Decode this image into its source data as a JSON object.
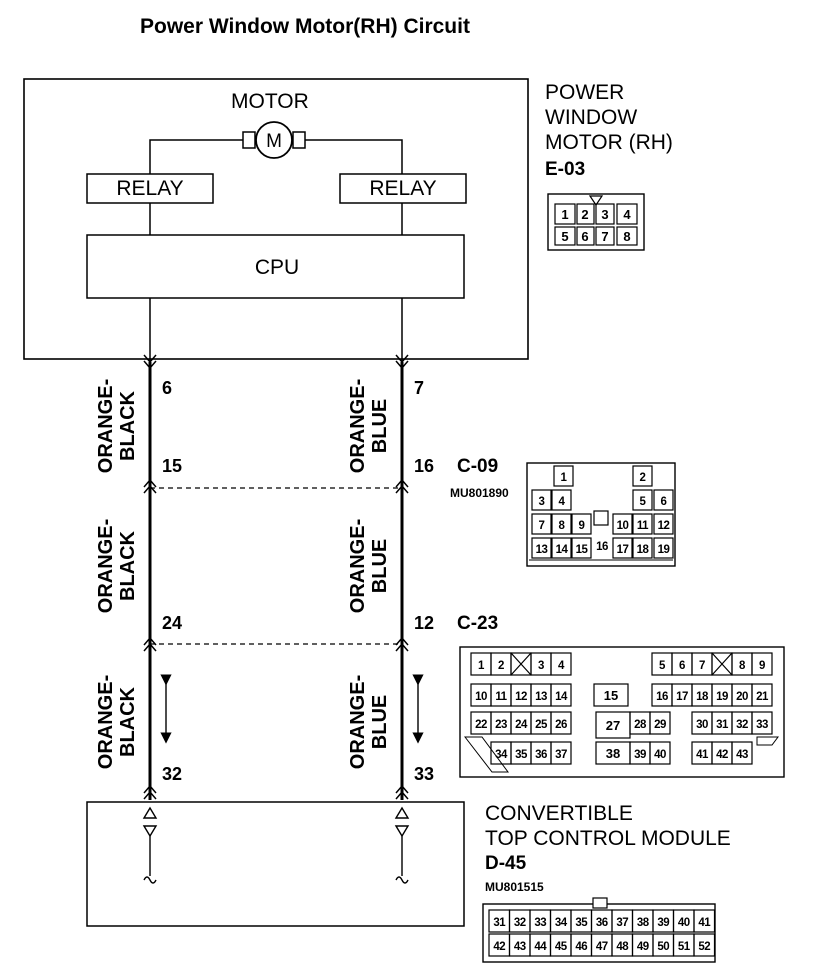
{
  "title": "Power Window Motor(RH) Circuit",
  "motor_block": {
    "motor_label": "MOTOR",
    "motor_symbol": "M",
    "relay_left": "RELAY",
    "relay_right": "RELAY",
    "cpu_label": "CPU"
  },
  "component": {
    "line1": "POWER",
    "line2": "WINDOW",
    "line3": "MOTOR (RH)",
    "id": "E-03",
    "pins_row1": [
      "1",
      "2",
      "3",
      "4"
    ],
    "pins_row2": [
      "5",
      "6",
      "7",
      "8"
    ]
  },
  "left_wire": {
    "color_line1": "ORANGE-",
    "color_line2": "BLACK",
    "pins": [
      "6",
      "15",
      "24",
      "32"
    ]
  },
  "right_wire": {
    "color_line1": "ORANGE-",
    "color_line2": "BLUE",
    "pins": [
      "7",
      "16",
      "12",
      "33"
    ]
  },
  "connector_c09": {
    "id": "C-09",
    "part_no": "MU801890",
    "pins": [
      "1",
      "2",
      "3",
      "4",
      "5",
      "6",
      "7",
      "8",
      "9",
      "10",
      "11",
      "12",
      "13",
      "14",
      "15",
      "16",
      "17",
      "18",
      "19"
    ]
  },
  "connector_c23": {
    "id": "C-23",
    "pins": [
      "1",
      "2",
      "3",
      "4",
      "5",
      "6",
      "7",
      "8",
      "9",
      "10",
      "11",
      "12",
      "13",
      "14",
      "15",
      "16",
      "17",
      "18",
      "19",
      "20",
      "21",
      "22",
      "23",
      "24",
      "25",
      "26",
      "27",
      "28",
      "29",
      "30",
      "31",
      "32",
      "33",
      "34",
      "35",
      "36",
      "37",
      "38",
      "39",
      "40",
      "41",
      "42",
      "43"
    ]
  },
  "module": {
    "line1": "CONVERTIBLE",
    "line2": "TOP CONTROL MODULE",
    "id": "D-45",
    "part_no": "MU801515",
    "pins_row1": [
      "31",
      "32",
      "33",
      "34",
      "35",
      "36",
      "37",
      "38",
      "39",
      "40",
      "41"
    ],
    "pins_row2": [
      "42",
      "43",
      "44",
      "45",
      "46",
      "47",
      "48",
      "49",
      "50",
      "51",
      "52"
    ]
  },
  "colors": {
    "line": "#000000",
    "background": "#ffffff"
  }
}
